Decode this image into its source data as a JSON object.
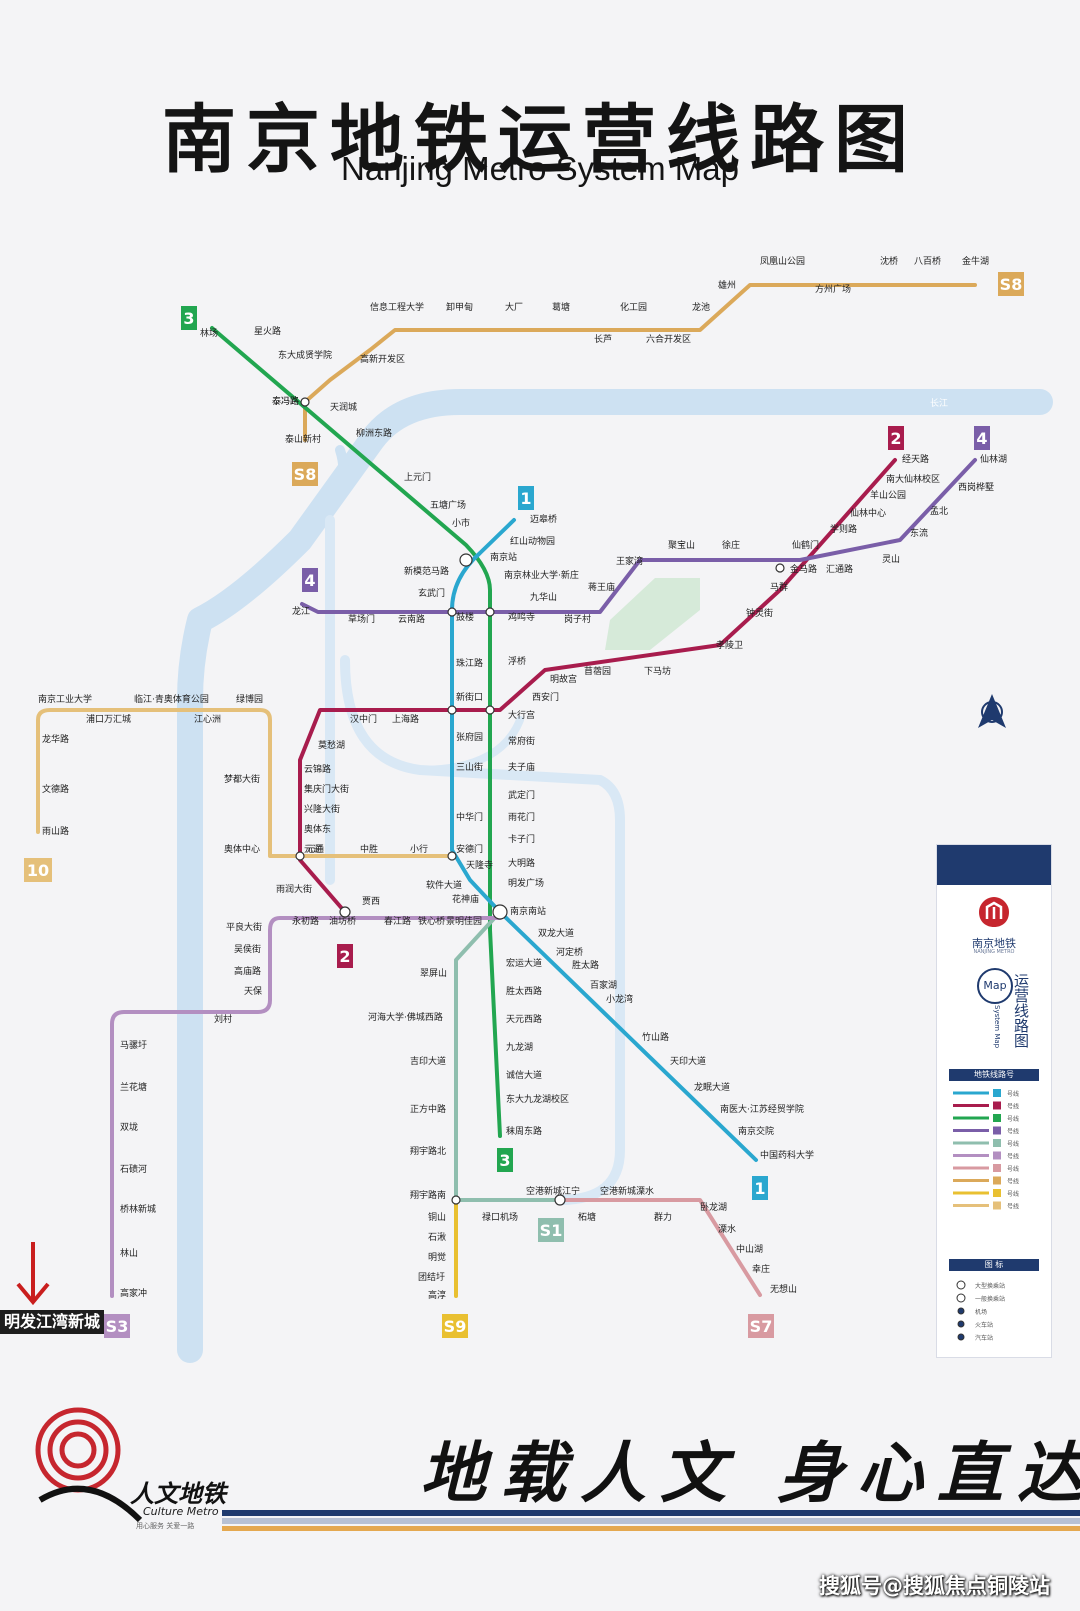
{
  "title": {
    "cn": "南京地铁运营线路图",
    "en": "Nanjing Metro System Map"
  },
  "colors": {
    "line1": "#2aa7cf",
    "line2": "#a81c4d",
    "line3": "#22a650",
    "line4": "#7a5ea8",
    "line10": "#e5c07a",
    "S1": "#8fbeae",
    "S3": "#b38fc1",
    "S7": "#d89aa1",
    "S8": "#dba95a",
    "S9": "#e9c031",
    "river": "#cde1f2",
    "park": "#d6ead9"
  },
  "badges": {
    "line1": "1",
    "line2": "2",
    "line3": "3",
    "line4": "4",
    "line10": "10",
    "S1": "S1",
    "S3": "S3",
    "S7": "S7",
    "S8": "S8",
    "S9": "S9"
  },
  "stations": {
    "S8": [
      "泰山新村",
      "泰冯路",
      "高新开发区",
      "信息工程大学",
      "卸甲甸",
      "大厂",
      "葛塘",
      "长芦",
      "化工园",
      "六合开发区",
      "龙池",
      "雄州",
      "凤凰山公园",
      "方州广场",
      "沈桥",
      "八百桥",
      "金牛湖"
    ],
    "line3_north": [
      "林场",
      "星火路",
      "东大成贤学院",
      "泰冯路",
      "天润城",
      "柳洲东路",
      "上元门",
      "五塘广场",
      "小市",
      "南京站"
    ],
    "line3_south": [
      "南京林业大学·新庄",
      "鸡鸣寺",
      "浮桥",
      "大行宫",
      "常府街",
      "夫子庙",
      "武定门",
      "雨花门",
      "卡子门",
      "大明路",
      "明发广场",
      "南京南站",
      "宏运大道",
      "胜太西路",
      "天元西路",
      "九龙湖",
      "诚信大道",
      "东大九龙湖校区",
      "秣周东路"
    ],
    "line1": [
      "迈皋桥",
      "红山动物园",
      "南京站",
      "新模范马路",
      "玄武门",
      "鼓楼",
      "珠江路",
      "新街口",
      "张府园",
      "三山街",
      "中华门",
      "安德门",
      "天隆寺",
      "软件大道",
      "花神庙",
      "南京南站",
      "双龙大道",
      "河定桥",
      "胜太路",
      "百家湖",
      "小龙湾",
      "竹山路",
      "天印大道",
      "龙眠大道",
      "南医大·江苏经贸学院",
      "南京交院",
      "中国药科大学"
    ],
    "line2": [
      "油坊桥",
      "雨润大街",
      "元通",
      "奥体东",
      "兴隆大街",
      "集庆门大街",
      "云锦路",
      "莫愁湖",
      "汉中门",
      "上海路",
      "新街口",
      "大行宫",
      "西安门",
      "明故宫",
      "苜蓿园",
      "下马坊",
      "孝陵卫",
      "钟灵街",
      "马群",
      "金马路",
      "仙鹤门",
      "学则路",
      "仙林中心",
      "羊山公园",
      "南大仙林校区",
      "经天路"
    ],
    "line4": [
      "龙江",
      "草场门",
      "云南路",
      "鼓楼",
      "鸡鸣寺",
      "九华山",
      "岗子村",
      "蒋王庙",
      "王家湾",
      "聚宝山",
      "徐庄",
      "金马路",
      "汇通路",
      "灵山",
      "东流",
      "孟北",
      "西岗桦墅",
      "仙林湖"
    ],
    "line10": [
      "雨山路",
      "文德路",
      "龙华路",
      "南京工业大学",
      "浦口万汇城",
      "临江·青奥体育公园",
      "江心洲",
      "绿博园",
      "梦都大街",
      "奥体中心",
      "元通",
      "中胜",
      "小行",
      "安德门"
    ],
    "S1": [
      "南京南站",
      "翠屏山",
      "河海大学·佛城西路",
      "吉印大道",
      "正方中路",
      "翔宇路北",
      "翔宇路南",
      "禄口机场",
      "空港新城江宁",
      "空港新城溧水"
    ],
    "S7": [
      "空港新城溧水",
      "柘塘",
      "群力",
      "卧龙湖",
      "溧水",
      "中山湖",
      "幸庄",
      "无想山"
    ],
    "S9": [
      "翔宇路南",
      "铜山",
      "石湫",
      "明觉",
      "团结圩",
      "高淳"
    ],
    "S3": [
      "南京南站",
      "景明佳园",
      "铁心桥",
      "春江路",
      "贾西",
      "油坊桥",
      "永初路",
      "平良大街",
      "吴侯街",
      "高庙路",
      "天保",
      "刘村",
      "马骡圩",
      "兰花塘",
      "双垅",
      "石碛河",
      "桥林新城",
      "林山",
      "高家冲"
    ]
  },
  "legend": {
    "brand": "南京地铁",
    "brand_en": "NANJING METRO",
    "map": "Map",
    "vtitle": "运营线路图",
    "vsub": "System Map",
    "lines_header": "地铁线路号",
    "icons_header": "图 标",
    "line_label": "号线",
    "icons": [
      "大型换乘站",
      "一般换乘站",
      "机场",
      "火车站",
      "汽车站"
    ]
  },
  "promo": "明发江湾新城",
  "slogan": "地载人文 身心直达",
  "brand_footer": {
    "cn": "人文地铁",
    "en": "Culture Metro",
    "tag": "用心服务 关爱一路"
  },
  "river_label": "长江",
  "watermark": "搜狐号@搜狐焦点铜陵站"
}
